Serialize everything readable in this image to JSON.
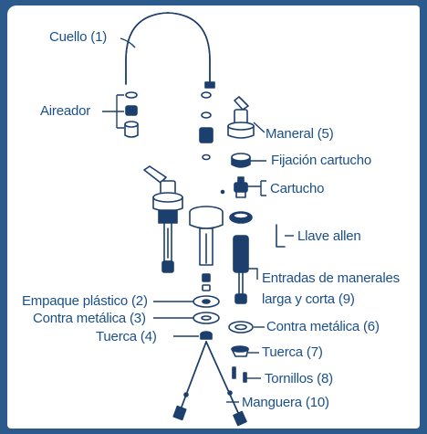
{
  "colors": {
    "outline": "#1c3f6e",
    "fill_light": "#ffffff",
    "fill_dark": "#1c3f6e",
    "label_text": "#1a4f8a",
    "page_background": "#2d5a8c"
  },
  "labels": {
    "cuello": "Cuello (1)",
    "aireador": "Aireador",
    "maneral": "Maneral (5)",
    "fijacion": "Fijación cartucho",
    "cartucho": "Cartucho",
    "llave": "Llave allen",
    "entradas_1": "Entradas de manerales",
    "entradas_2": "larga y corta (9)",
    "empaque": "Empaque plástico (2)",
    "contra_3": "Contra metálica (3)",
    "contra_6": "Contra metálica (6)",
    "tuerca_4": "Tuerca (4)",
    "tuerca_7": "Tuerca (7)",
    "tornillos": "Tornillos (8)",
    "manguera": "Manguera (10)"
  }
}
